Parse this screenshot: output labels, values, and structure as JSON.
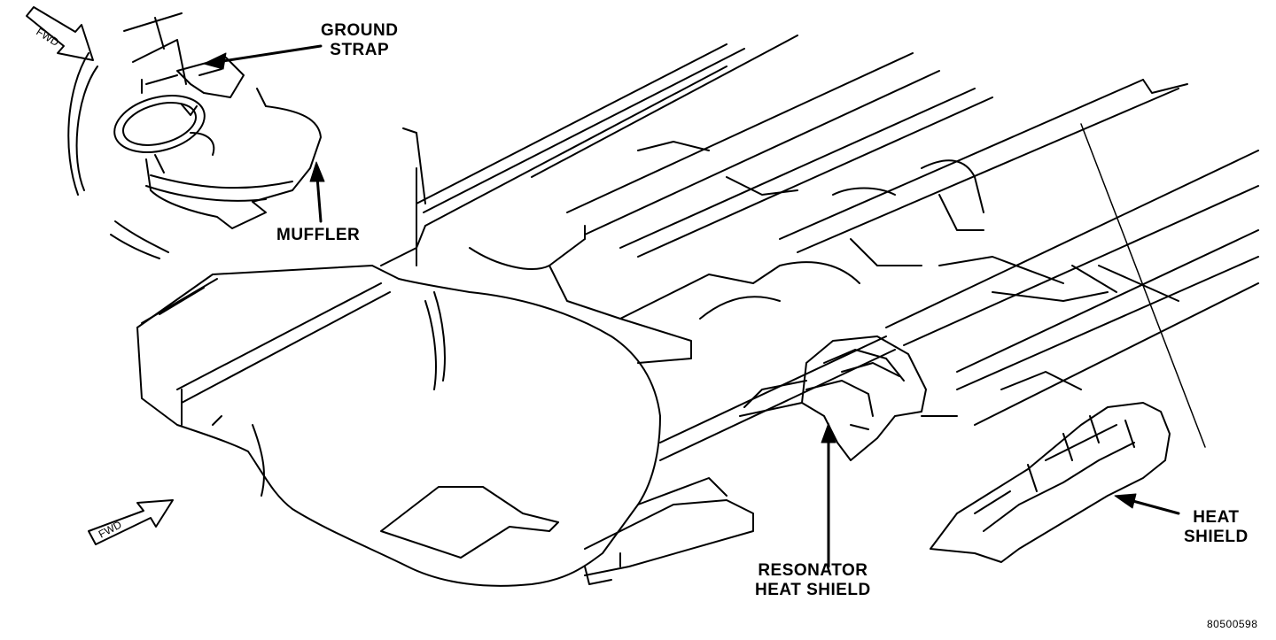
{
  "labels": {
    "ground_strap": [
      "GROUND",
      "STRAP"
    ],
    "muffler": "MUFFLER",
    "resonator_heat_shield": [
      "RESONATOR",
      "HEAT SHIELD"
    ],
    "heat_shield": [
      "HEAT",
      "SHIELD"
    ]
  },
  "fwd_arrows": [
    "FWD",
    "FWD"
  ],
  "figure_id": "80500598"
}
